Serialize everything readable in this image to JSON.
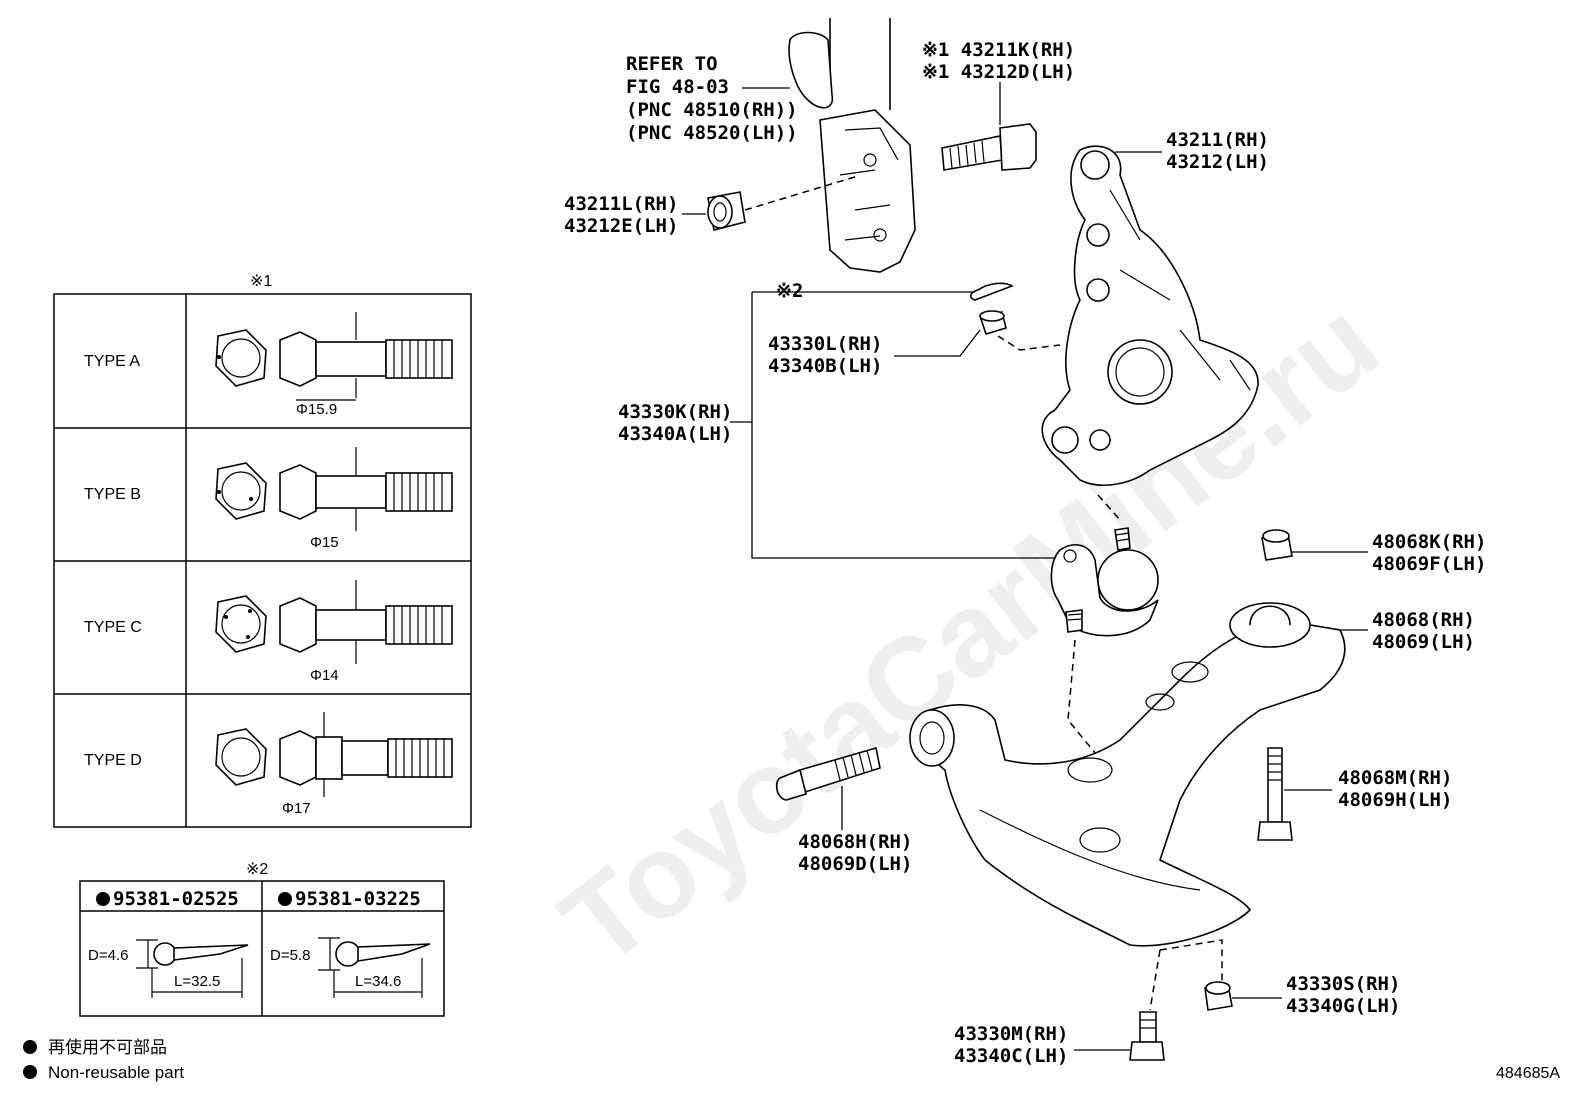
{
  "diagram_id": "484685A",
  "refer": {
    "lines": [
      "REFER TO",
      "FIG 48-03",
      "(PNC 48510(RH))",
      "(PNC 48520(LH))"
    ]
  },
  "callouts": [
    {
      "id": "c1a",
      "lines": [
        "※1 43211K(RH)",
        "※1 43212D(LH)"
      ]
    },
    {
      "id": "c2",
      "lines": [
        "43211(RH)",
        "43212(LH)"
      ]
    },
    {
      "id": "c3",
      "lines": [
        "43211L(RH)",
        "43212E(LH)"
      ]
    },
    {
      "id": "c4",
      "lines": [
        "※2"
      ]
    },
    {
      "id": "c5",
      "lines": [
        "43330L(RH)",
        "43340B(LH)"
      ]
    },
    {
      "id": "c6",
      "lines": [
        "43330K(RH)",
        "43340A(LH)"
      ]
    },
    {
      "id": "c7",
      "lines": [
        "48068K(RH)",
        "48069F(LH)"
      ]
    },
    {
      "id": "c8",
      "lines": [
        "48068(RH)",
        "48069(LH)"
      ]
    },
    {
      "id": "c9",
      "lines": [
        "48068M(RH)",
        "48069H(LH)"
      ]
    },
    {
      "id": "c10",
      "lines": [
        "48068H(RH)",
        "48069D(LH)"
      ]
    },
    {
      "id": "c11",
      "lines": [
        "43330S(RH)",
        "43340G(LH)"
      ]
    },
    {
      "id": "c12",
      "lines": [
        "43330M(RH)",
        "43340C(LH)"
      ]
    }
  ],
  "bolt_table": {
    "mark": "※1",
    "rows": [
      {
        "type": "TYPE  A",
        "diameter": "Φ15.9"
      },
      {
        "type": "TYPE  B",
        "diameter": "Φ15"
      },
      {
        "type": "TYPE  C",
        "diameter": "Φ14"
      },
      {
        "type": "TYPE  D",
        "diameter": "Φ17"
      }
    ]
  },
  "pin_table": {
    "mark": "※2",
    "columns": [
      {
        "part": "95381-02525",
        "d": "D=4.6",
        "l": "L=32.5"
      },
      {
        "part": "95381-03225",
        "d": "D=5.8",
        "l": "L=34.6"
      }
    ]
  },
  "legend": {
    "jp": "再使用不可部品",
    "en": "Non-reusable part"
  },
  "watermark": "ToyotaCarMine.ru"
}
